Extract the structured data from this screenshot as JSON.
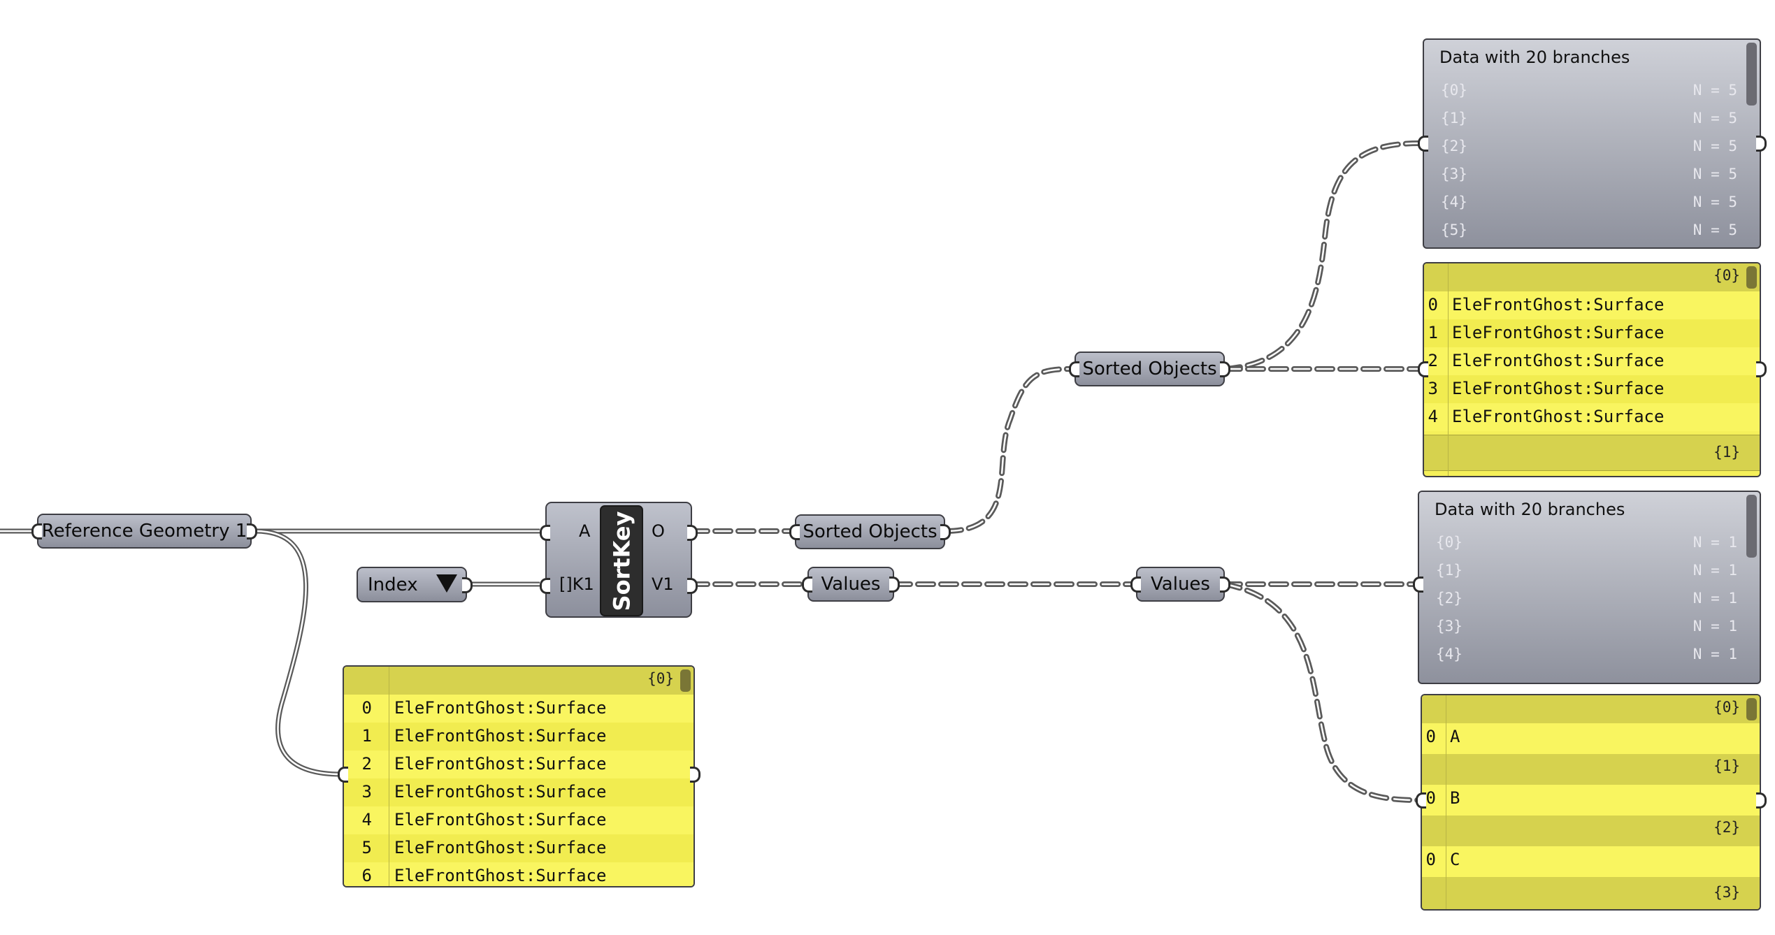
{
  "nodes": {
    "reference_geometry": "Reference Geometry 1",
    "index_dropdown": "Index",
    "sortkey": {
      "title": "SortKey",
      "in_a": "A",
      "in_k1": "[]K1",
      "out_o": "O",
      "out_v1": "V1"
    },
    "sorted_objects_1": "Sorted Objects",
    "sorted_objects_2": "Sorted Objects",
    "values_1": "Values",
    "values_2": "Values"
  },
  "panel_geometry_list": {
    "branch": "{0}",
    "rows": [
      {
        "i": "0",
        "t": "EleFrontGhost:Surface"
      },
      {
        "i": "1",
        "t": "EleFrontGhost:Surface"
      },
      {
        "i": "2",
        "t": "EleFrontGhost:Surface"
      },
      {
        "i": "3",
        "t": "EleFrontGhost:Surface"
      },
      {
        "i": "4",
        "t": "EleFrontGhost:Surface"
      },
      {
        "i": "5",
        "t": "EleFrontGhost:Surface"
      },
      {
        "i": "6",
        "t": "EleFrontGhost:Surface"
      }
    ]
  },
  "panel_tree_objects": {
    "title": "Data with 20 branches",
    "rows": [
      {
        "k": "{0}",
        "v": "N = 5"
      },
      {
        "k": "{1}",
        "v": "N = 5"
      },
      {
        "k": "{2}",
        "v": "N = 5"
      },
      {
        "k": "{3}",
        "v": "N = 5"
      },
      {
        "k": "{4}",
        "v": "N = 5"
      },
      {
        "k": "{5}",
        "v": "N = 5"
      }
    ]
  },
  "panel_sorted_list": {
    "branch_0": "{0}",
    "branch_1": "{1}",
    "rows": [
      {
        "i": "0",
        "t": "EleFrontGhost:Surface"
      },
      {
        "i": "1",
        "t": "EleFrontGhost:Surface"
      },
      {
        "i": "2",
        "t": "EleFrontGhost:Surface"
      },
      {
        "i": "3",
        "t": "EleFrontGhost:Surface"
      },
      {
        "i": "4",
        "t": "EleFrontGhost:Surface"
      }
    ]
  },
  "panel_tree_values": {
    "title": "Data with 20 branches",
    "rows": [
      {
        "k": "{0}",
        "v": "N = 1"
      },
      {
        "k": "{1}",
        "v": "N = 1"
      },
      {
        "k": "{2}",
        "v": "N = 1"
      },
      {
        "k": "{3}",
        "v": "N = 1"
      },
      {
        "k": "{4}",
        "v": "N = 1"
      }
    ]
  },
  "panel_values_list": {
    "groups": [
      {
        "branch": "{0}",
        "i": "0",
        "t": "A"
      },
      {
        "branch": "{1}",
        "i": "0",
        "t": "B"
      },
      {
        "branch": "{2}",
        "i": "0",
        "t": "C"
      }
    ],
    "last_branch": "{3}"
  }
}
